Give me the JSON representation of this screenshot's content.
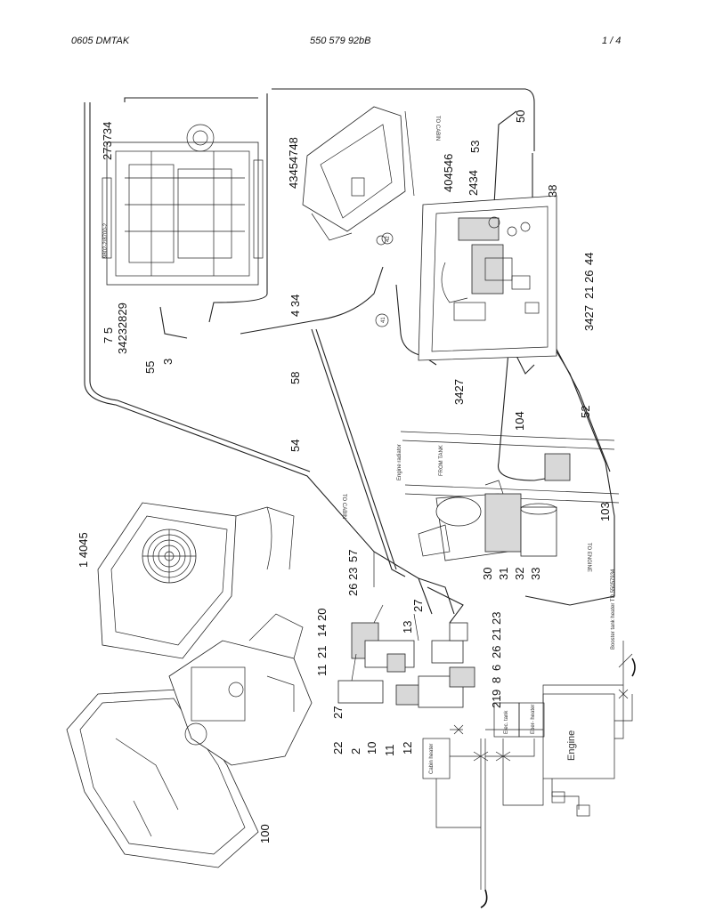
{
  "header": {
    "left": "0605 DMTAK",
    "middle": "550 579 92bB",
    "right": "1 /   4"
  },
  "callouts": [
    "273734",
    "43454748",
    "404546",
    "2434",
    "38",
    "50",
    "53",
    "7 5",
    "34232829",
    "4 34",
    "3",
    "55",
    "58",
    "54",
    "44",
    "26",
    "21",
    "3427",
    "3427",
    "52",
    "104",
    "103",
    "1 4045",
    "26",
    "23",
    "57",
    "27",
    "21",
    "14",
    "20",
    "13",
    "11",
    "27",
    "22",
    "2",
    "10",
    "11",
    "12",
    "23",
    "21",
    "26",
    "6",
    "8",
    "9",
    "21",
    "30",
    "31",
    "32",
    "33",
    "100",
    "41",
    "42"
  ],
  "notes": {
    "to_cabin_top": "TO CABIN",
    "to_cabin_mid": "TO CABIN",
    "from_tank": "FROM TANK",
    "engine_radiator": "Engine radiator",
    "to_engine": "TO ENGINE",
    "part_ref": "9802-2/8700-2",
    "booster_heater": "Booster tank heater TD 55057934",
    "cabin_heater": "Cabin heater",
    "elec_heater": "Elec. tank",
    "heater_label": "Eber- heater",
    "engine": "Engine"
  }
}
